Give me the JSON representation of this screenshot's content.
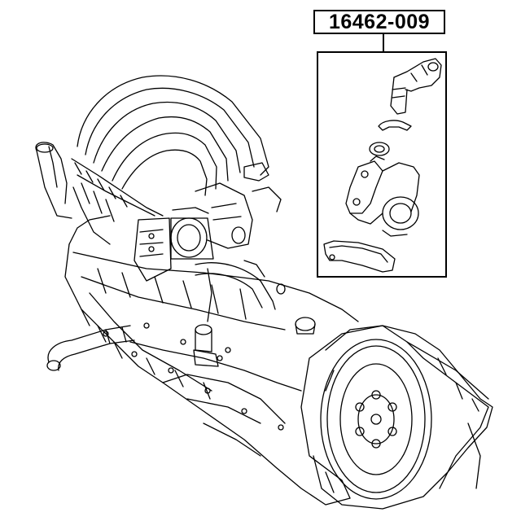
{
  "part_number": "16462-009",
  "colors": {
    "line": "#000000",
    "background": "#ffffff"
  },
  "illustration": {
    "main_subject": "engine-assembly",
    "detail_subject": "thermostat-housing-kit"
  }
}
